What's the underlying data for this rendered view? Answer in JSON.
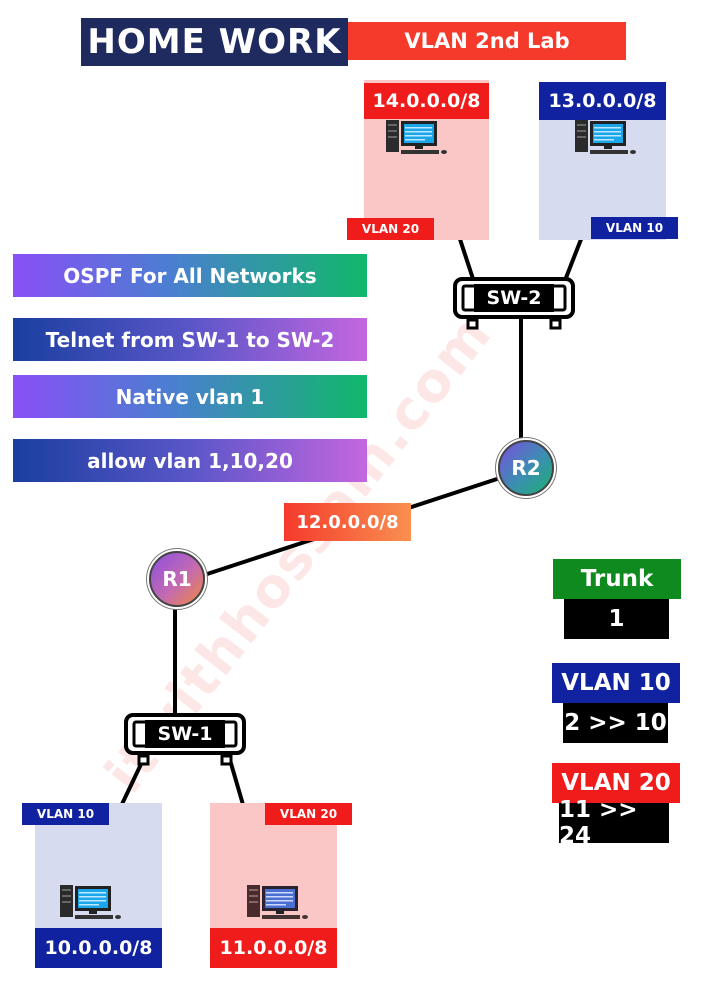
{
  "header": {
    "title": "HOME WORK",
    "subtitle": "VLAN 2nd Lab"
  },
  "watermark": "itwithhossam.com",
  "colors": {
    "title_bg": "#1f2a5e",
    "subtitle_bg": "#f53a2c",
    "vlan10": "#1122a0",
    "vlan10_bg": "#d6dbef",
    "vlan20": "#f01c1c",
    "vlan20_bg": "#fbc6c6",
    "trunk": "#0f8a1e"
  },
  "tasks": [
    "OSPF For All Networks",
    "Telnet from SW-1 to SW-2",
    "Native vlan 1",
    "allow vlan 1,10,20"
  ],
  "topology": {
    "switches": [
      {
        "id": "sw2",
        "label": "SW-2"
      },
      {
        "id": "sw1",
        "label": "SW-1"
      }
    ],
    "routers": [
      {
        "id": "r2",
        "label": "R2"
      },
      {
        "id": "r1",
        "label": "R1"
      }
    ],
    "router_link_network": "12.0.0.0/8",
    "lans": [
      {
        "id": "lan14",
        "network": "14.0.0.0/8",
        "vlan": "VLAN 20",
        "switch": "SW-2"
      },
      {
        "id": "lan13",
        "network": "13.0.0.0/8",
        "vlan": "VLAN 10",
        "switch": "SW-2"
      },
      {
        "id": "lan10",
        "network": "10.0.0.0/8",
        "vlan": "VLAN 10",
        "switch": "SW-1"
      },
      {
        "id": "lan11",
        "network": "11.0.0.0/8",
        "vlan": "VLAN 20",
        "switch": "SW-1"
      }
    ]
  },
  "legend": [
    {
      "name": "Trunk",
      "ports": "1"
    },
    {
      "name": "VLAN 10",
      "ports": "2 >> 10"
    },
    {
      "name": "VLAN 20",
      "ports": "11 >> 24"
    }
  ]
}
